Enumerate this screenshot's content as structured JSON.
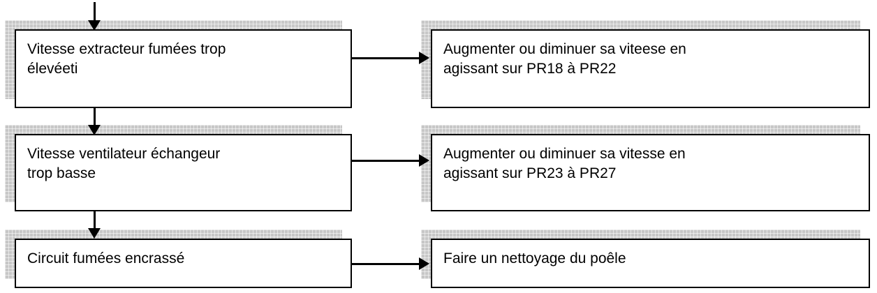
{
  "diagram": {
    "type": "flowchart",
    "language": "fr",
    "rows": [
      {
        "cause": {
          "line1": "Vitesse extracteur fumées trop",
          "line2": "élevéeti"
        },
        "remedy": {
          "line1": "Augmenter ou diminuer sa viteese en",
          "line2": "agissant sur PR18 à PR22"
        }
      },
      {
        "cause": {
          "line1": "Vitesse ventilateur échangeur",
          "line2": "trop basse"
        },
        "remedy": {
          "line1": "Augmenter ou diminuer sa vitesse en",
          "line2": "agissant sur PR23 à PR27"
        }
      },
      {
        "cause": {
          "line1": "Circuit fumées encrassé",
          "line2": ""
        },
        "remedy": {
          "line1": "Faire un nettoyage du poêle",
          "line2": ""
        }
      }
    ],
    "colors": {
      "box_fill": "#ffffff",
      "box_border": "#000000",
      "shadow_fill": "#c7c7c7",
      "shadow_grid": "#e8e8e8",
      "arrow": "#000000",
      "text": "#000000"
    }
  }
}
